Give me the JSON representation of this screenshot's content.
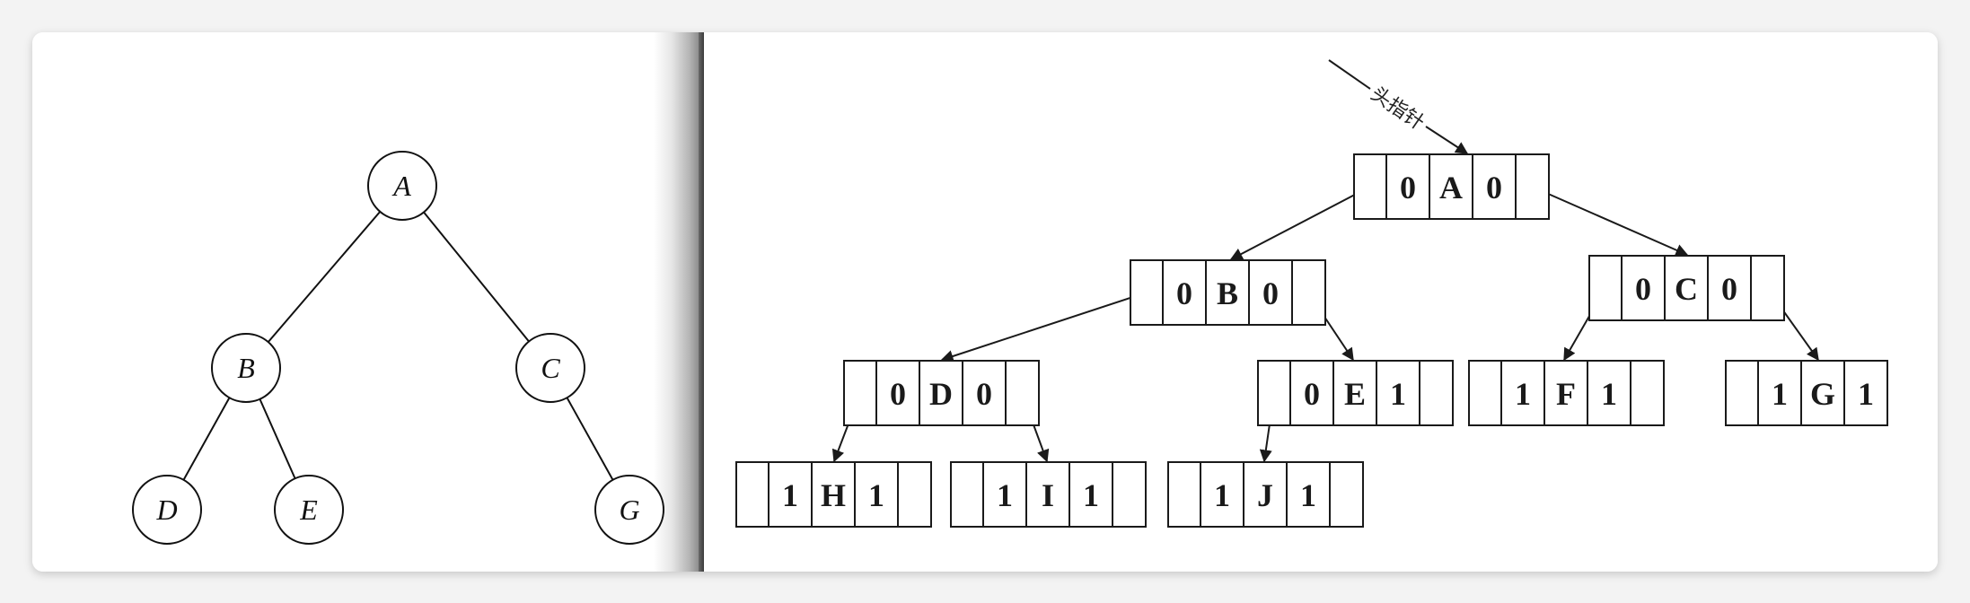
{
  "binary_tree": {
    "nodes": {
      "a": "A",
      "b": "B",
      "c": "C",
      "d": "D",
      "e": "E",
      "g": "G"
    }
  },
  "threaded_storage": {
    "head_pointer_label": "头指针",
    "nodes": {
      "a": {
        "ltag": "0",
        "data": "A",
        "rtag": "0"
      },
      "b": {
        "ltag": "0",
        "data": "B",
        "rtag": "0"
      },
      "c": {
        "ltag": "0",
        "data": "C",
        "rtag": "0"
      },
      "d": {
        "ltag": "0",
        "data": "D",
        "rtag": "0"
      },
      "e": {
        "ltag": "0",
        "data": "E",
        "rtag": "1"
      },
      "f": {
        "ltag": "1",
        "data": "F",
        "rtag": "1"
      },
      "g": {
        "ltag": "1",
        "data": "G",
        "rtag": "1"
      },
      "h": {
        "ltag": "1",
        "data": "H",
        "rtag": "1"
      },
      "i": {
        "ltag": "1",
        "data": "I",
        "rtag": "1"
      },
      "j": {
        "ltag": "1",
        "data": "J",
        "rtag": "1"
      }
    }
  }
}
